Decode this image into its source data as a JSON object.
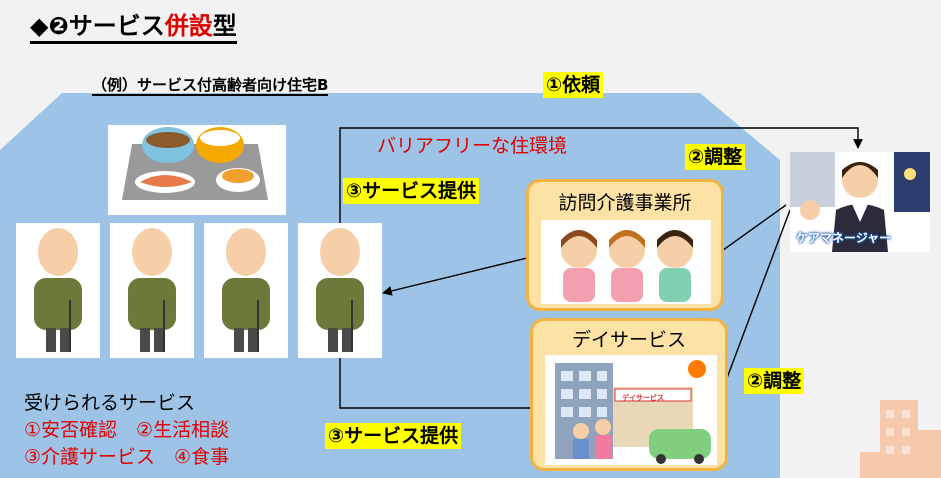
{
  "title": {
    "prefix": "◆",
    "num": "❷",
    "part1": "サービス",
    "part2": "併設",
    "part3": "型"
  },
  "example_label": "（例）サービス付高齢者向け住宅B",
  "request_label": "①依頼",
  "adjust_label_top": "②調整",
  "adjust_label_bottom": "②調整",
  "provide_label_top": "③サービス提供",
  "provide_label_bottom": "③サービス提供",
  "barrier_free": "バリアフリーな住環境",
  "visit_care_title": "訪問介護事業所",
  "day_service_title": "デイサービス",
  "day_service_sign": "デイサービス",
  "care_manager_label": "ケアマネージャー",
  "services": {
    "heading": "受けられるサービス",
    "row1": "①安否確認　②生活相談",
    "row2": "③介護サービス　④食事"
  },
  "colors": {
    "house": "#9dc3e6",
    "highlight": "#ffff00",
    "accent_red": "#e00000",
    "box_fill": "#fde2a6",
    "box_border": "#f3b343"
  }
}
